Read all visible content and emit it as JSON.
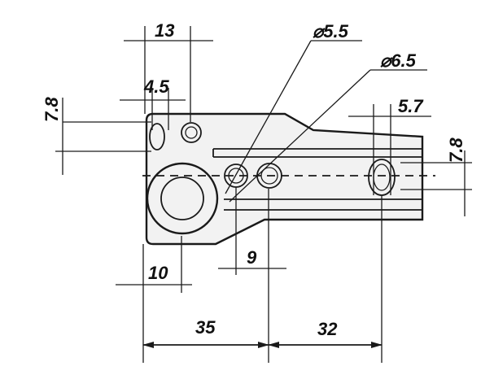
{
  "drawing": {
    "dimensions": {
      "width_13": "13",
      "width_4_5": "4.5",
      "height_7_8_left": "7.8",
      "dia_5_5": "⌀5.5",
      "dia_6_5": "⌀6.5",
      "width_5_7": "5.7",
      "height_7_8_right": "7.8",
      "width_9": "9",
      "width_10": "10",
      "length_35": "35",
      "length_32": "32"
    }
  }
}
